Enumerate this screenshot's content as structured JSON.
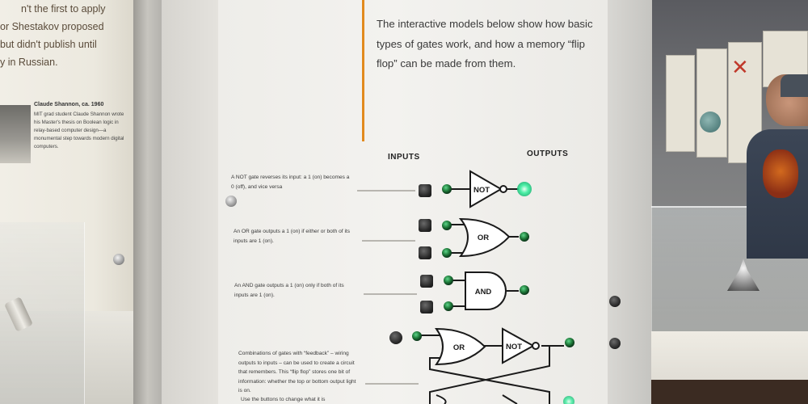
{
  "left_wall": {
    "fragments": [
      "n't the first to apply",
      "or Shestakov proposed",
      "but didn't publish until",
      "y in Russian."
    ],
    "photo_caption": {
      "title": "Claude Shannon, ca. 1960",
      "body": "MIT grad student Claude Shannon wrote his Master's thesis on Boolean logic in relay-based computer design—a monumental step towards modern digital computers."
    }
  },
  "panel": {
    "intro": "The interactive models below show how basic types of gates work, and how a memory “flip flop” can be made from them.",
    "column_headers": {
      "inputs": "INPUTS",
      "outputs": "OUTPUTS"
    },
    "descriptions": {
      "not": "A NOT gate reverses its input: a 1 (on) becomes a 0 (off), and vice versa",
      "or": "An OR gate outputs a 1 (on) if either or both of its inputs are 1 (on).",
      "and": "An AND gate outputs a 1 (on) only if both of its inputs are 1 (on).",
      "flipflop": "Combinations of gates with “feedback” – wiring outputs to inputs – can be used to create a circuit that remembers. This “flip flop” stores one bit of information: whether the top or bottom output light is on.",
      "buttons": "Use the buttons to change what it is"
    },
    "gate_labels": {
      "not": "NOT",
      "or": "OR",
      "and": "AND",
      "ff_or": "OR",
      "ff_not": "NOT"
    }
  },
  "colors": {
    "accent_line": "#e28a1e",
    "led_lit": "#3cf0a0",
    "led_off": "#1f7a3a"
  }
}
